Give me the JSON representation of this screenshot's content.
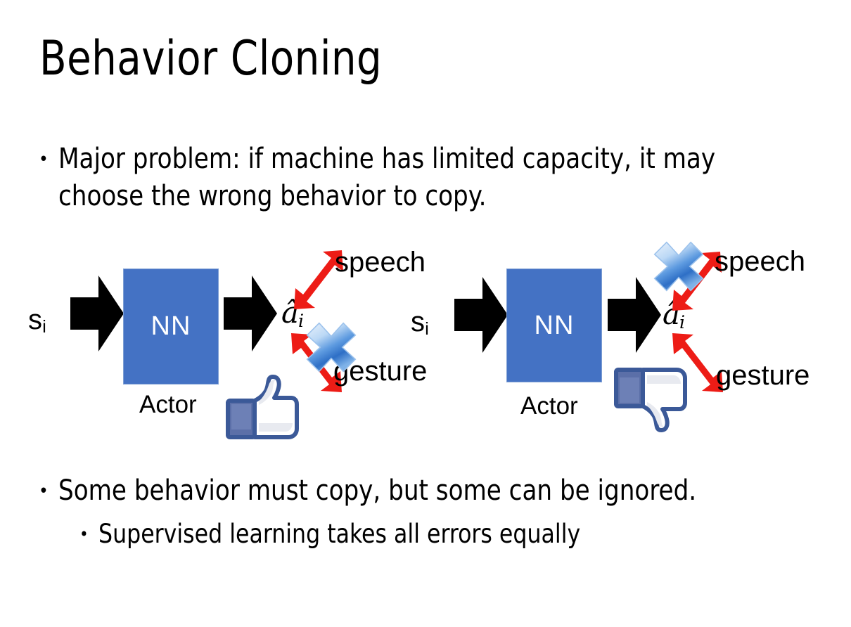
{
  "slide": {
    "title": "Behavior Cloning",
    "background_color": "#ffffff",
    "text_color": "#000000"
  },
  "bullets": [
    {
      "id": "problem",
      "marker": "•",
      "level": 1,
      "text": "Major problem: if machine has limited capacity, it may choose the wrong behavior to copy."
    },
    {
      "id": "some",
      "marker": "•",
      "level": 1,
      "text": "Some behavior must copy, but some can be ignored."
    },
    {
      "id": "supervised",
      "marker": "•",
      "level": 2,
      "text": "Supervised learning takes all errors equally"
    }
  ],
  "colors": {
    "nn_box_fill": "#4472C4",
    "nn_box_border": "#7f9fd4",
    "nn_label": "#ffffff",
    "red_arrow": "#ED1C16",
    "x_mark_light": "#DCE9F8",
    "x_mark_mid": "#8CBBEB",
    "x_mark_dark": "#2E6FC6",
    "thumb_outline": "#3B5998",
    "thumb_cuff": "#5B6FA8",
    "thumb_fill": "#ffffff",
    "block_arrow": "#000000"
  },
  "diagrams": [
    {
      "id": "left",
      "input_label": {
        "base": "s",
        "sub": "i"
      },
      "model_label": "NN",
      "model_caption": "Actor",
      "output_label": {
        "base": "â",
        "sub": "i"
      },
      "branches": [
        {
          "name": "speech",
          "label": "speech",
          "direction": "up-right",
          "crossed_out": false
        },
        {
          "name": "gesture",
          "label": "gesture",
          "direction": "down-right",
          "crossed_out": true
        }
      ],
      "verdict_icon": "thumbs-up",
      "in_arrow_icon": "block-arrow-right",
      "out_arrow_icon": "block-arrow-right"
    },
    {
      "id": "right",
      "input_label": {
        "base": "s",
        "sub": "i"
      },
      "model_label": "NN",
      "model_caption": "Actor",
      "output_label": {
        "base": "â",
        "sub": "i"
      },
      "branches": [
        {
          "name": "speech",
          "label": "speech",
          "direction": "up-right",
          "crossed_out": true
        },
        {
          "name": "gesture",
          "label": "gesture",
          "direction": "down-right",
          "crossed_out": false
        }
      ],
      "verdict_icon": "thumbs-down",
      "in_arrow_icon": "block-arrow-right",
      "out_arrow_icon": "block-arrow-right"
    }
  ]
}
